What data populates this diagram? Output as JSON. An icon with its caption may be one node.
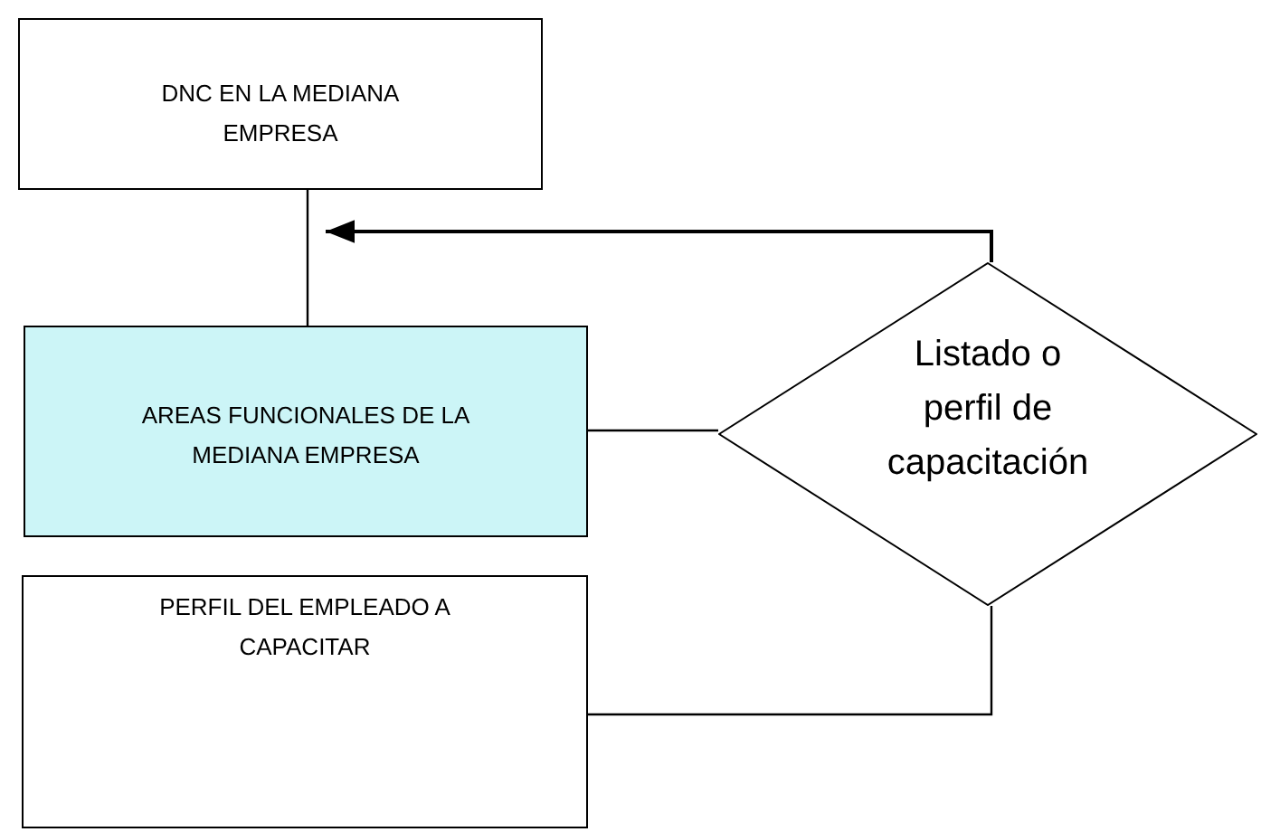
{
  "diagram": {
    "nodes": [
      {
        "text": [
          "DNC EN LA MEDIANA EMPRESA"
        ]
      },
      {
        "text": [
          "AREAS FUNCIONALES DE LA MEDIANA EMPRESA"
        ]
      },
      {
        "text": [
          "Listado o perfil de capacitación"
        ]
      },
      {
        "text": [
          "PERFIL DEL EMPLEADO A CAPACITAR"
        ]
      }
    ],
    "edges": [
      {
        "from": 0,
        "to": 1,
        "arrow": "none"
      },
      {
        "from": 2,
        "to": 0,
        "arrow": "to"
      },
      {
        "from": 1,
        "to": 2,
        "arrow": "none"
      },
      {
        "from": 2,
        "to": 3,
        "arrow": "none"
      }
    ]
  }
}
